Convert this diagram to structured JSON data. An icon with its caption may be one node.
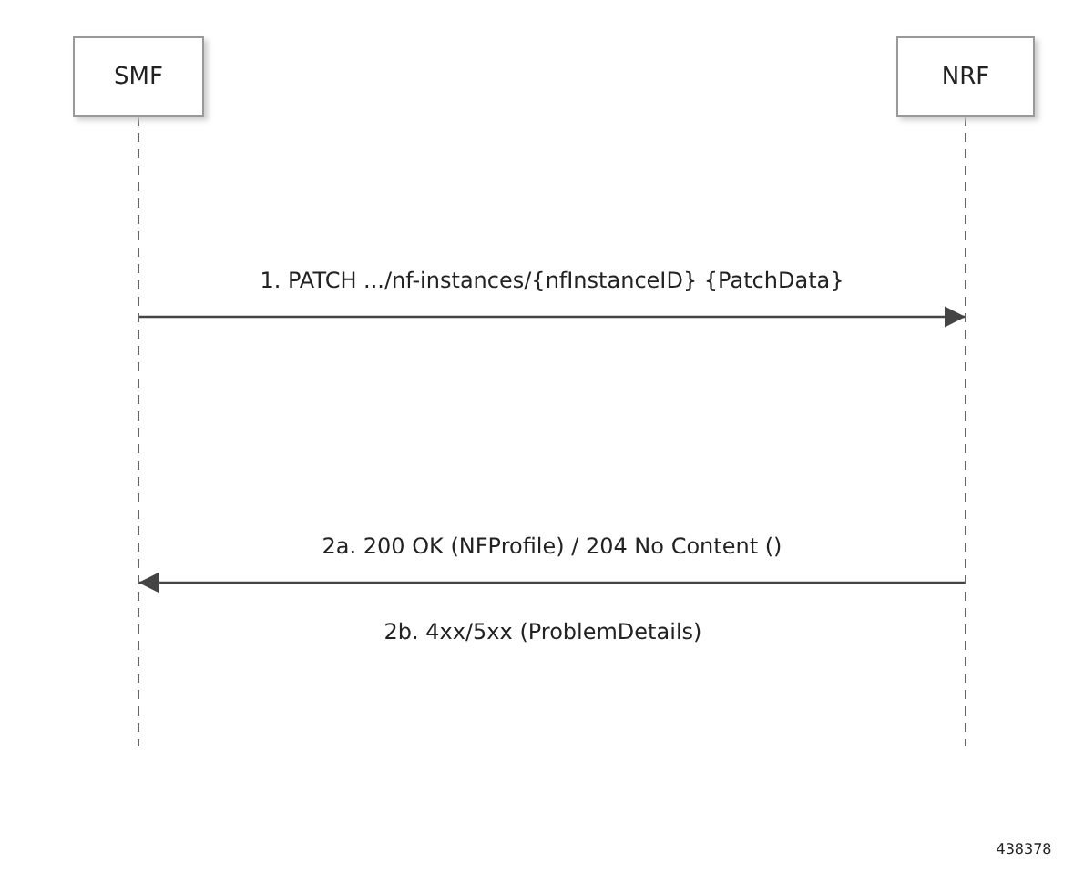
{
  "diagram": {
    "nodes": [
      {
        "text": [
          "SMF"
        ]
      },
      {
        "text": [
          "NRF"
        ]
      }
    ],
    "edges": [
      {
        "from": 0,
        "to": 1,
        "arrow": "to",
        "label": "1. PATCH .../nf-instances/{nfInstanceID} {PatchData}"
      },
      {
        "from": 1,
        "to": 0,
        "arrow": "to",
        "label": "2a. 200 OK (NFProfile) / 204 No Content ()"
      }
    ],
    "labels": [
      "2b. 4xx/5xx (ProblemDetails)",
      "438378"
    ]
  }
}
